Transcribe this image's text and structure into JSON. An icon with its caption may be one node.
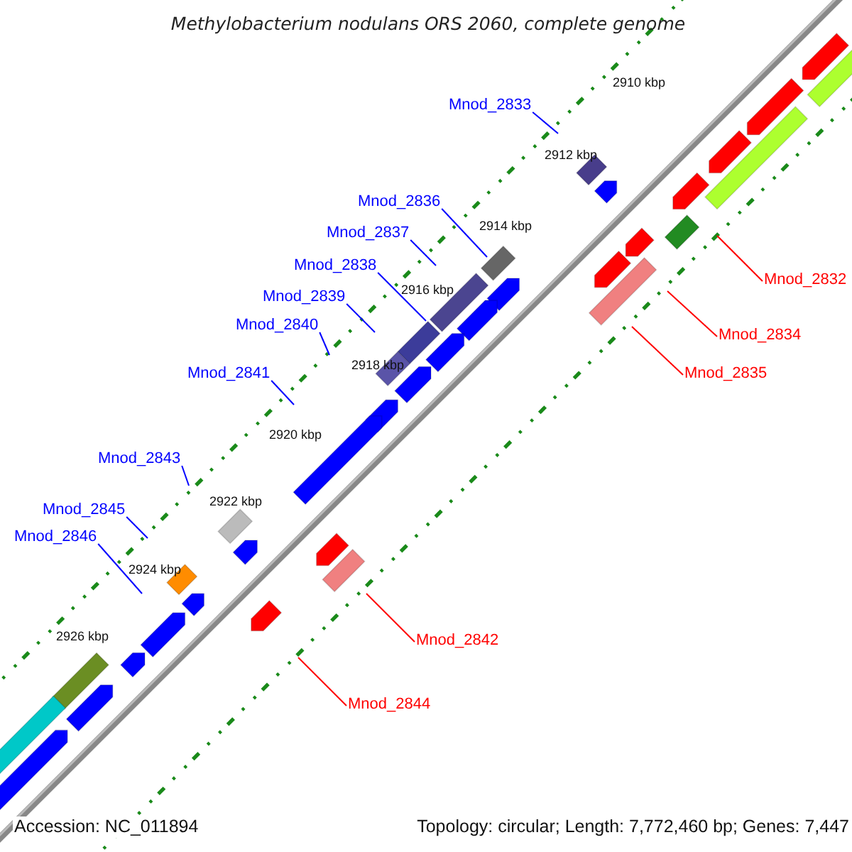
{
  "diagram": {
    "title": "Methylobacterium nodulans ORS 2060, complete genome",
    "nodes": [
      {
        "text": [
          "Mnod_2833"
        ]
      },
      {
        "text": [
          "Mnod_2836"
        ]
      },
      {
        "text": [
          "Mnod_2837"
        ]
      },
      {
        "text": [
          "Mnod_2838"
        ]
      },
      {
        "text": [
          "Mnod_2832"
        ]
      },
      {
        "text": [
          "Mnod_2839"
        ]
      },
      {
        "text": [
          "Mnod_2840"
        ]
      },
      {
        "text": [
          "Mnod_2834"
        ]
      },
      {
        "text": [
          "Mnod_2835"
        ]
      },
      {
        "text": [
          "Mnod_2841"
        ]
      },
      {
        "text": [
          "Mnod_2843"
        ]
      },
      {
        "text": [
          "Mnod_2845"
        ]
      },
      {
        "text": [
          "Mnod_2846"
        ]
      },
      {
        "text": [
          "Mnod_2842"
        ]
      },
      {
        "text": [
          "Mnod_2844"
        ]
      }
    ],
    "edges": [
      {
        "from": 0,
        "to": null,
        "arrow": "none"
      },
      {
        "from": 1,
        "to": null,
        "arrow": "none"
      },
      {
        "from": 2,
        "to": null,
        "arrow": "none"
      },
      {
        "from": 3,
        "to": null,
        "arrow": "none"
      },
      {
        "from": 4,
        "to": null,
        "arrow": "none",
        "color": "#ff0000"
      },
      {
        "from": 5,
        "to": null,
        "arrow": "none"
      },
      {
        "from": 6,
        "to": null,
        "arrow": "none"
      },
      {
        "from": 7,
        "to": null,
        "arrow": "none",
        "color": "#ff0000"
      },
      {
        "from": 8,
        "to": null,
        "arrow": "none",
        "color": "#ff0000"
      },
      {
        "from": 9,
        "to": null,
        "arrow": "none"
      },
      {
        "from": 10,
        "to": null,
        "arrow": "none"
      },
      {
        "from": 11,
        "to": null,
        "arrow": "none"
      },
      {
        "from": 12,
        "to": null,
        "arrow": "none"
      },
      {
        "from": 13,
        "to": null,
        "arrow": "none",
        "color": "#ff0000"
      },
      {
        "from": 14,
        "to": null,
        "arrow": "none",
        "color": "#ff0000"
      }
    ],
    "labels": [
      "2910 kbp",
      "2912 kbp",
      "2914 kbp",
      "2916 kbp",
      "2918 kbp",
      "2920 kbp",
      "2922 kbp",
      "2924 kbp",
      "2926 kbp",
      "Accession: NC_011894",
      "Topology: circular; Length: 7,772,460 bp; Genes: 7,447"
    ]
  }
}
